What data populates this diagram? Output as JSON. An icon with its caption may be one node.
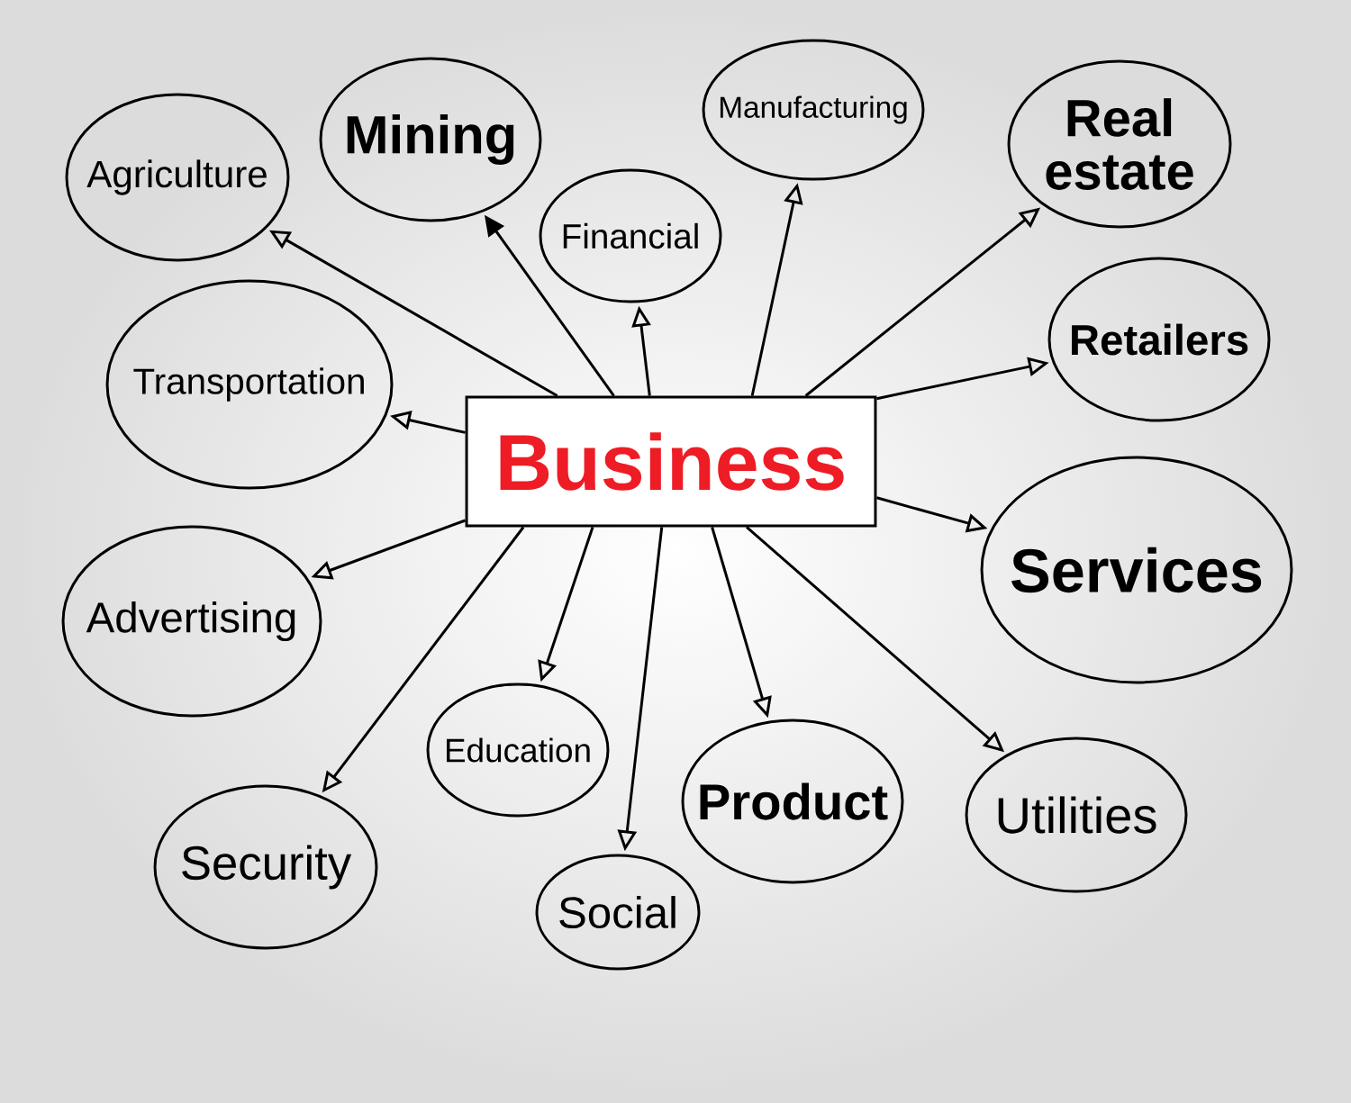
{
  "diagram": {
    "nodes": [
      {
        "text": [
          "Business"
        ]
      },
      {
        "text": [
          "Agriculture"
        ]
      },
      {
        "text": [
          "Mining"
        ]
      },
      {
        "text": [
          "Financial"
        ]
      },
      {
        "text": [
          "Manufacturing"
        ]
      },
      {
        "text": [
          "Real estate"
        ]
      },
      {
        "text": [
          "Retailers"
        ]
      },
      {
        "text": [
          "Services"
        ]
      },
      {
        "text": [
          "Transportation"
        ]
      },
      {
        "text": [
          "Advertising"
        ]
      },
      {
        "text": [
          "Security"
        ]
      },
      {
        "text": [
          "Education"
        ]
      },
      {
        "text": [
          "Social"
        ]
      },
      {
        "text": [
          "Product"
        ]
      },
      {
        "text": [
          "Utilities"
        ]
      }
    ],
    "edges": [
      {
        "from": 0,
        "to": 1,
        "arrow": "to"
      },
      {
        "from": 0,
        "to": 2,
        "arrow": "to"
      },
      {
        "from": 0,
        "to": 3,
        "arrow": "to"
      },
      {
        "from": 0,
        "to": 4,
        "arrow": "to"
      },
      {
        "from": 0,
        "to": 5,
        "arrow": "to"
      },
      {
        "from": 0,
        "to": 6,
        "arrow": "to"
      },
      {
        "from": 0,
        "to": 7,
        "arrow": "to"
      },
      {
        "from": 0,
        "to": 8,
        "arrow": "to"
      },
      {
        "from": 0,
        "to": 9,
        "arrow": "to"
      },
      {
        "from": 0,
        "to": 10,
        "arrow": "to"
      },
      {
        "from": 0,
        "to": 11,
        "arrow": "to"
      },
      {
        "from": 0,
        "to": 12,
        "arrow": "to"
      },
      {
        "from": 0,
        "to": 13,
        "arrow": "to"
      },
      {
        "from": 0,
        "to": 14,
        "arrow": "to"
      }
    ]
  }
}
